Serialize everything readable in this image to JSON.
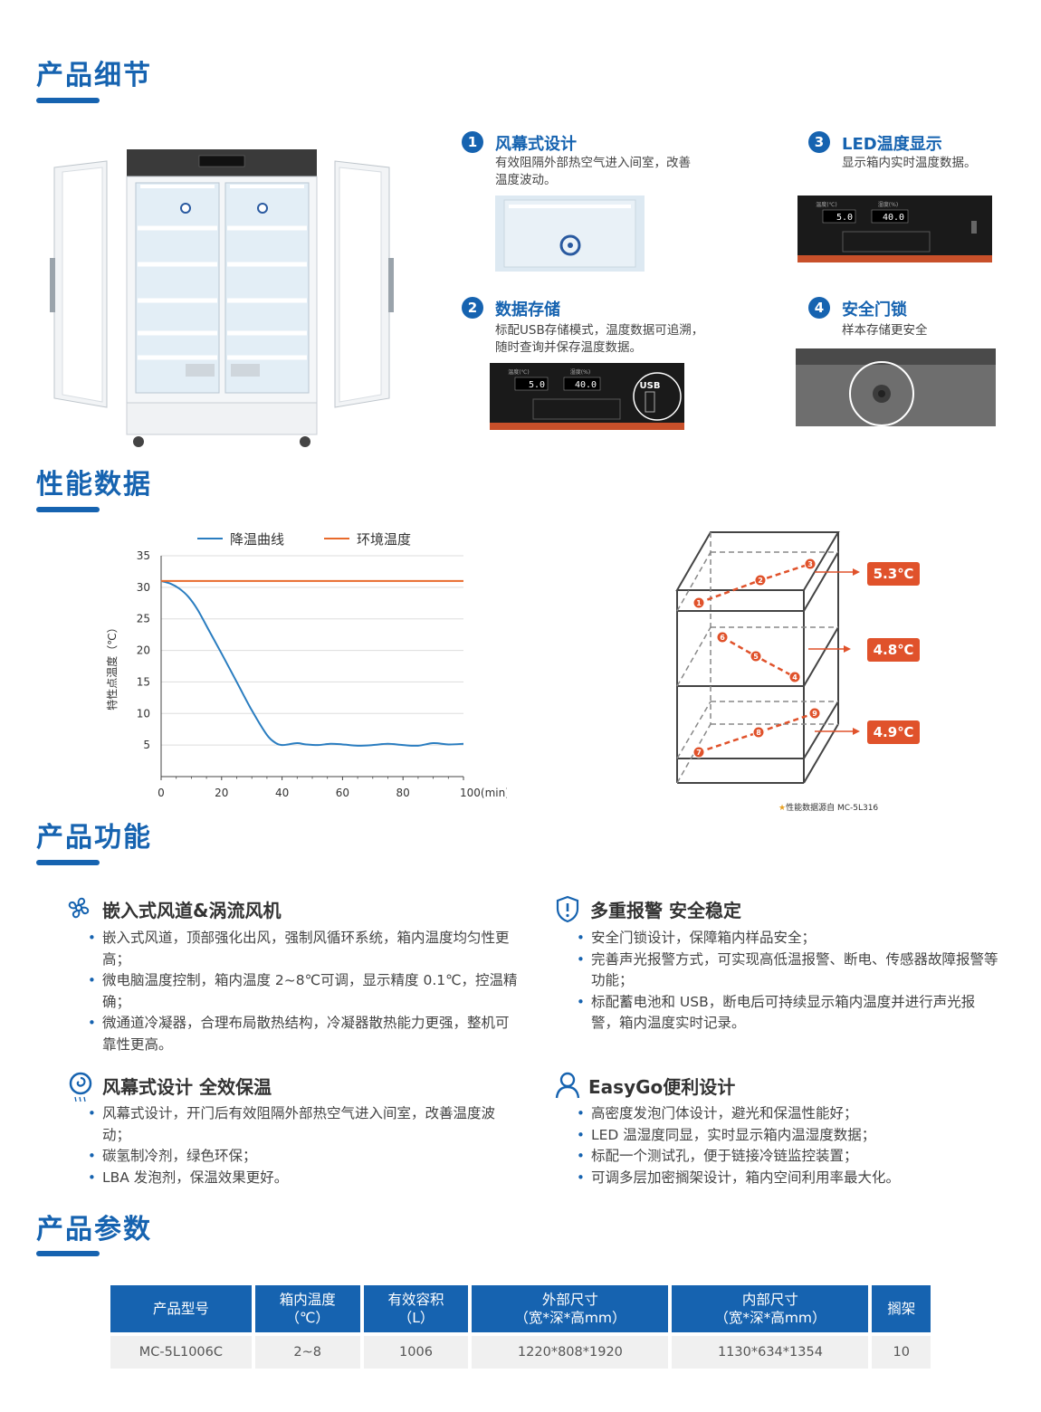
{
  "sections": {
    "details": "产品细节",
    "performance": "性能数据",
    "functions": "产品功能",
    "params": "产品参数"
  },
  "details": [
    {
      "num": "1",
      "title": "风幕式设计",
      "desc_l1": "有效阻隔外部热空气进入间室，改善",
      "desc_l2": "温度波动。"
    },
    {
      "num": "2",
      "title": "数据存储",
      "desc_l1": "标配USB存储模式，温度数据可追溯，",
      "desc_l2": "随时查询并保存温度数据。"
    },
    {
      "num": "3",
      "title": "LED温度显示",
      "desc_l1": "显示箱内实时温度数据。"
    },
    {
      "num": "4",
      "title": "安全门锁",
      "desc_l1": "样本存储更安全"
    }
  ],
  "panel": {
    "temp_reading": "5.0",
    "humidity_reading": "40.0",
    "temp_header": "温度(℃)",
    "humidity_header": "湿度(%)",
    "usb_label": "USB"
  },
  "chart_data": {
    "type": "line",
    "xlabel": "",
    "ylabel": "特性点温度（℃）",
    "x_unit_label": "100(min)",
    "xlim": [
      0,
      100
    ],
    "ylim": [
      0,
      35
    ],
    "x_ticks": [
      "0",
      "20",
      "40",
      "60",
      "80",
      "100(min)"
    ],
    "y_ticks": [
      "5",
      "10",
      "15",
      "20",
      "25",
      "30",
      "35"
    ],
    "legend_position": "top",
    "series": [
      {
        "name": "降温曲线",
        "color": "#2a7dc0",
        "x": [
          0,
          3,
          6,
          9,
          12,
          16,
          20,
          25,
          30,
          35,
          38,
          40,
          42,
          45,
          48,
          52,
          56,
          60,
          65,
          70,
          75,
          80,
          85,
          90,
          95,
          100
        ],
        "y": [
          31,
          30.6,
          29.8,
          28.5,
          26.5,
          23,
          19.5,
          15,
          10.5,
          6.6,
          5.3,
          5.0,
          5.1,
          5.3,
          5.1,
          5.0,
          5.2,
          5.1,
          4.9,
          5.0,
          5.2,
          5.0,
          4.9,
          5.3,
          5.1,
          5.2
        ]
      },
      {
        "name": "环境温度",
        "color": "#e86a2b",
        "x": [
          0,
          100
        ],
        "y": [
          31,
          31
        ]
      }
    ]
  },
  "cube": {
    "temps": [
      "5.3℃",
      "4.8℃",
      "4.9℃"
    ],
    "points": [
      "1",
      "2",
      "3",
      "4",
      "5",
      "6",
      "7",
      "8",
      "9"
    ],
    "note": "性能数据源自 MC-5L316"
  },
  "functions": [
    {
      "icon": "fan-icon",
      "title": "嵌入式风道&涡流风机",
      "items": [
        "嵌入式风道，顶部强化出风，强制风循环系统，箱内温度均匀性更高；",
        "微电脑温度控制，箱内温度 2~8℃可调，显示精度 0.1℃，控温精确；",
        "微通道冷凝器，合理布局散热结构，冷凝器散热能力更强，整机可靠性更高。"
      ]
    },
    {
      "icon": "shield-alert-icon",
      "title": "多重报警 安全稳定",
      "items": [
        "安全门锁设计，保障箱内样品安全；",
        "完善声光报警方式，可实现高低温报警、断电、传感器故障报警等功能；",
        "标配蓄电池和 USB，断电后可持续显示箱内温度并进行声光报警，箱内温度实时记录。"
      ]
    },
    {
      "icon": "air-curtain-icon",
      "title": "风幕式设计 全效保温",
      "items": [
        "风幕式设计，开门后有效阻隔外部热空气进入间室，改善温度波动；",
        "碳氢制冷剂，绿色环保；",
        "LBA 发泡剂，保温效果更好。"
      ]
    },
    {
      "icon": "user-icon",
      "title": "EasyGo便利设计",
      "items": [
        "高密度发泡门体设计，避光和保温性能好；",
        "LED 温湿度同显，实时显示箱内温湿度数据；",
        "标配一个测试孔，便于链接冷链监控装置；",
        "可调多层加密搁架设计，箱内空间利用率最大化。"
      ]
    }
  ],
  "table": {
    "headers": [
      {
        "l1": "产品型号",
        "l2": ""
      },
      {
        "l1": "箱内温度",
        "l2": "（℃）"
      },
      {
        "l1": "有效容积",
        "l2": "（L）"
      },
      {
        "l1": "外部尺寸",
        "l2": "（宽*深*高mm）"
      },
      {
        "l1": "内部尺寸",
        "l2": "（宽*深*高mm）"
      },
      {
        "l1": "搁架",
        "l2": ""
      }
    ],
    "row": [
      "MC-5L1006C",
      "2~8",
      "1006",
      "1220*808*1920",
      "1130*634*1354",
      "10"
    ]
  }
}
